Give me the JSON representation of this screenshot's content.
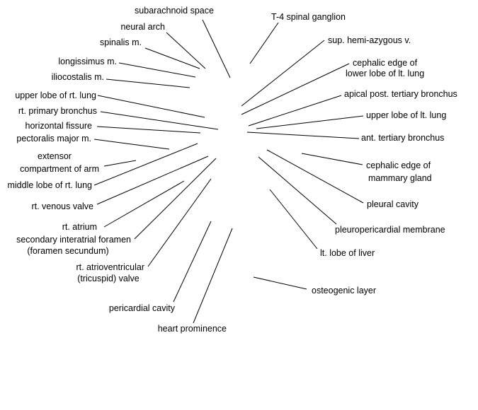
{
  "labels": [
    {
      "id": "subarachnoid-space",
      "lines": [
        "subarachnoid space"
      ]
    },
    {
      "id": "neural-arch",
      "lines": [
        "neural arch"
      ]
    },
    {
      "id": "spinalis-m",
      "lines": [
        "spinalis m."
      ]
    },
    {
      "id": "longissimus-m",
      "lines": [
        "longissimus m."
      ]
    },
    {
      "id": "iliocostalis-m",
      "lines": [
        "iliocostalis m."
      ]
    },
    {
      "id": "upper-lobe-rt-lung",
      "lines": [
        "upper lobe of rt. lung"
      ]
    },
    {
      "id": "rt-primary-bronchus",
      "lines": [
        "rt. primary bronchus"
      ]
    },
    {
      "id": "horizontal-fissure",
      "lines": [
        "horizontal fissure"
      ]
    },
    {
      "id": "pectoralis-major-m",
      "lines": [
        "pectoralis major m."
      ]
    },
    {
      "id": "extensor-compartment",
      "lines": [
        "extensor",
        "compartment of arm"
      ]
    },
    {
      "id": "middle-lobe-rt-lung",
      "lines": [
        "middle lobe of rt. lung"
      ]
    },
    {
      "id": "rt-venous-valve",
      "lines": [
        "rt. venous valve"
      ]
    },
    {
      "id": "rt-atrium",
      "lines": [
        "rt. atrium"
      ]
    },
    {
      "id": "secondary-interatrial-foramen",
      "lines": [
        "secondary interatrial foramen",
        "(foramen secundum)"
      ]
    },
    {
      "id": "rt-atrioventricular-valve",
      "lines": [
        "rt. atrioventricular",
        "(tricuspid) valve"
      ]
    },
    {
      "id": "pericardial-cavity",
      "lines": [
        "pericardial cavity"
      ]
    },
    {
      "id": "heart-prominence",
      "lines": [
        "heart prominence"
      ]
    },
    {
      "id": "t4-spinal-ganglion",
      "lines": [
        "T-4 spinal ganglion"
      ]
    },
    {
      "id": "sup-hemi-azygous-v",
      "lines": [
        "sup. hemi-azygous v."
      ]
    },
    {
      "id": "cephalic-edge-lower-lobe",
      "lines": [
        "cephalic edge of",
        "lower lobe of lt. lung"
      ]
    },
    {
      "id": "apical-post-tertiary-bronchus",
      "lines": [
        "apical post. tertiary bronchus"
      ]
    },
    {
      "id": "upper-lobe-lt-lung",
      "lines": [
        "upper lobe of lt. lung"
      ]
    },
    {
      "id": "ant-tertiary-bronchus",
      "lines": [
        "ant. tertiary bronchus"
      ]
    },
    {
      "id": "cephalic-edge-mammary-gland",
      "lines": [
        "cephalic edge of",
        "mammary gland"
      ]
    },
    {
      "id": "pleural-cavity",
      "lines": [
        "pleural cavity"
      ]
    },
    {
      "id": "pleuropericardial-membrane",
      "lines": [
        "pleuropericardial membrane"
      ]
    },
    {
      "id": "lt-lobe-of-liver",
      "lines": [
        "lt. lobe of liver"
      ]
    },
    {
      "id": "osteogenic-layer",
      "lines": [
        "osteogenic layer"
      ]
    }
  ]
}
